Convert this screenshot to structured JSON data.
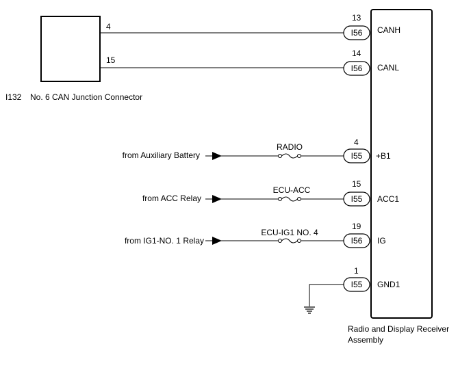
{
  "connector": {
    "id": "I132",
    "name": "No. 6 CAN Junction Connector",
    "pins": [
      "4",
      "15"
    ]
  },
  "receiver": {
    "name_line1": "Radio and Display Receiver",
    "name_line2": "Assembly"
  },
  "rows": [
    {
      "pin": "13",
      "conn": "I56",
      "signal": "CANH"
    },
    {
      "pin": "14",
      "conn": "I56",
      "signal": "CANL"
    },
    {
      "pin": "4",
      "conn": "I55",
      "signal": "+B1",
      "source": "from Auxiliary Battery",
      "fuse": "RADIO"
    },
    {
      "pin": "15",
      "conn": "I55",
      "signal": "ACC1",
      "source": "from ACC Relay",
      "fuse": "ECU-ACC"
    },
    {
      "pin": "19",
      "conn": "I56",
      "signal": "IG",
      "source": "from IG1-NO. 1 Relay",
      "fuse": "ECU-IG1 NO. 4"
    },
    {
      "pin": "1",
      "conn": "I55",
      "signal": "GND1"
    }
  ]
}
